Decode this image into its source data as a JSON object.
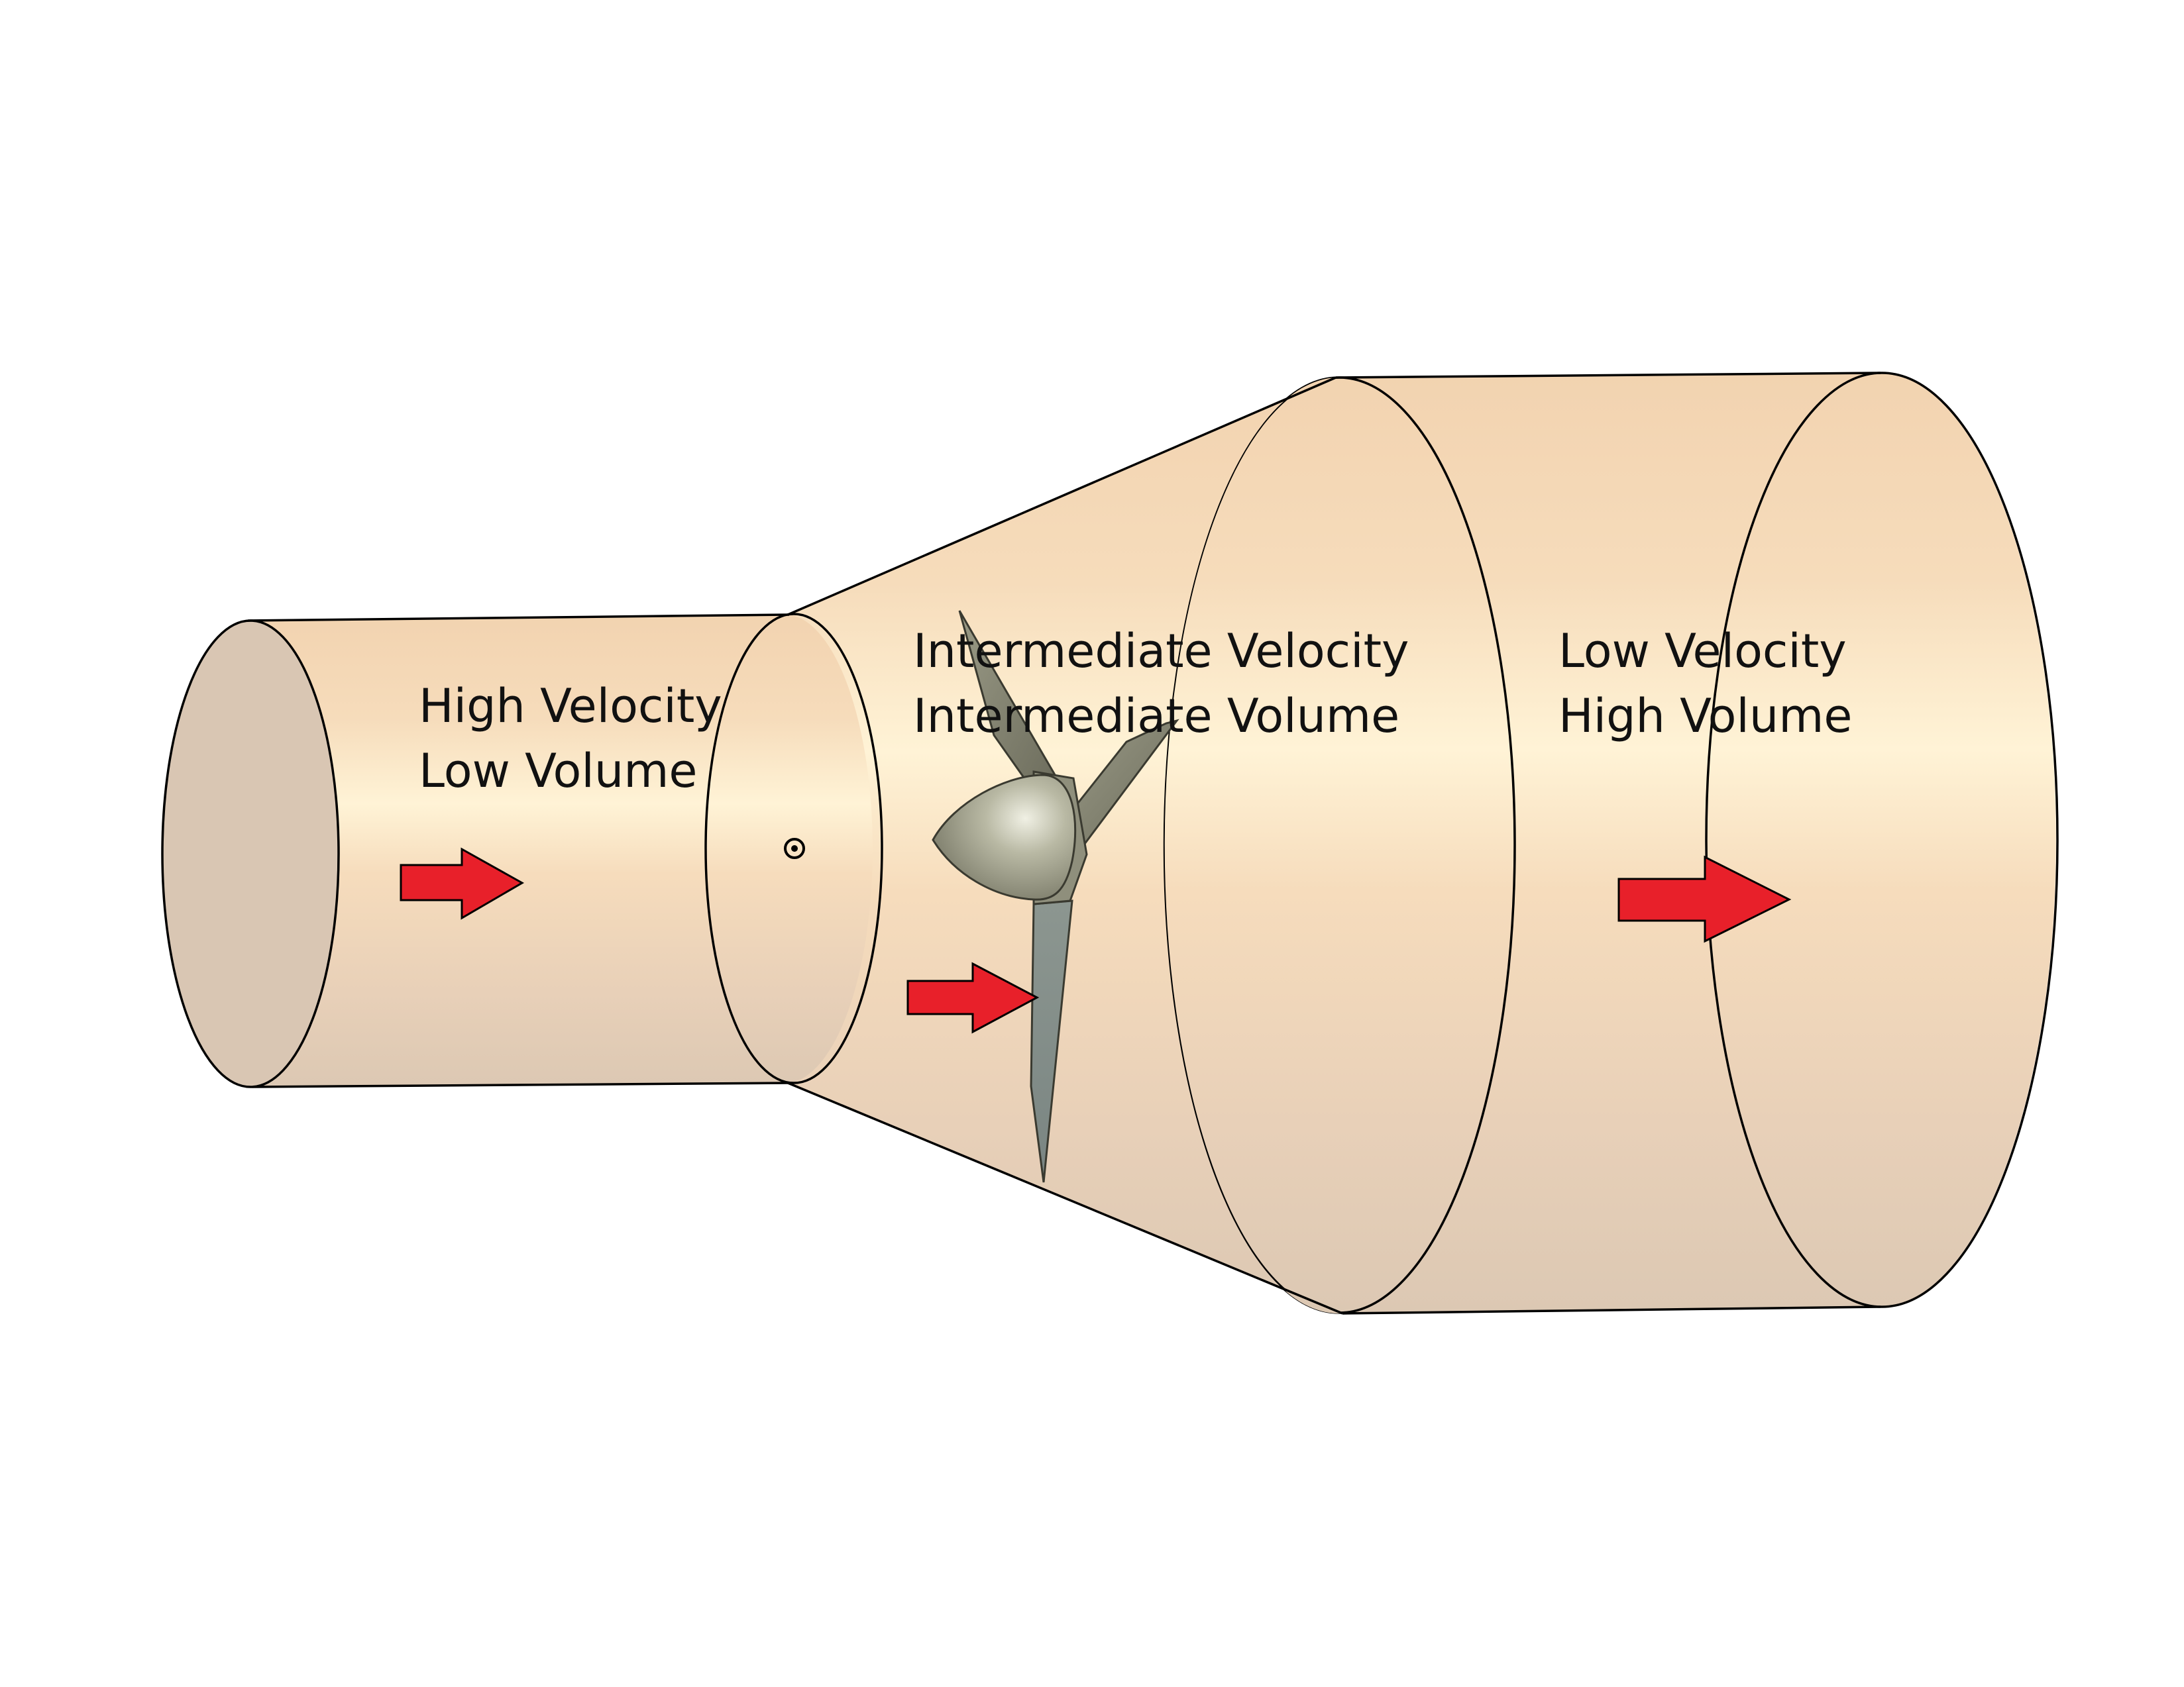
{
  "labels": {
    "inlet_line1": "High Velocity",
    "inlet_line2": "Low Volume",
    "middle_line1": "Intermediate Velocity",
    "middle_line2": "Intermediate Volume",
    "outlet_line1": "Low Velocity",
    "outlet_line2": "High Volume"
  },
  "colors": {
    "duct_fill": "#f3d6b4",
    "duct_highlight": "#fff4d8",
    "duct_shadow": "#dcc8b2",
    "inlet_face": "#d9c6b3",
    "flow_arrow": "#e8202a",
    "turbine_blade": "#8a8a78",
    "turbine_hub": "#a8a892"
  },
  "icons": {
    "flow": "right-arrow-icon",
    "axis_marker": "circle-dot-icon",
    "turbine": "turbine-icon"
  }
}
